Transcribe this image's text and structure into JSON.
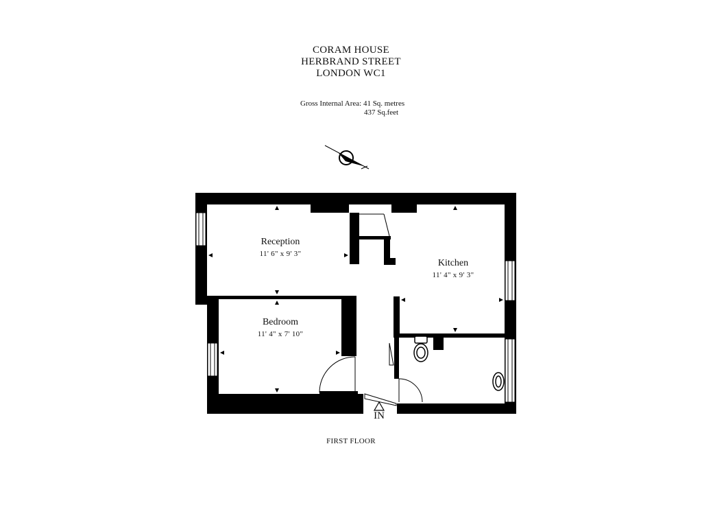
{
  "header": {
    "line1": "CORAM HOUSE",
    "line2": "HERBRAND STREET",
    "line3": "LONDON WC1"
  },
  "area": {
    "label": "Gross Internal Area: 41 Sq. metres",
    "sqft": "437 Sq.feet"
  },
  "rooms": [
    {
      "name": "Reception",
      "dims": "11' 6\" x 9' 3\""
    },
    {
      "name": "Kitchen",
      "dims": "11' 4\" x 9' 3\""
    },
    {
      "name": "Bedroom",
      "dims": "11' 4\" x 7' 10\""
    }
  ],
  "entrance": {
    "label": "IN"
  },
  "floor": {
    "label": "FIRST FLOOR"
  },
  "icons": [
    "compass-icon",
    "toilet-icon",
    "basin-icon",
    "entrance-arrow-icon"
  ],
  "colors": {
    "walls": "#000000",
    "background": "#ffffff"
  }
}
